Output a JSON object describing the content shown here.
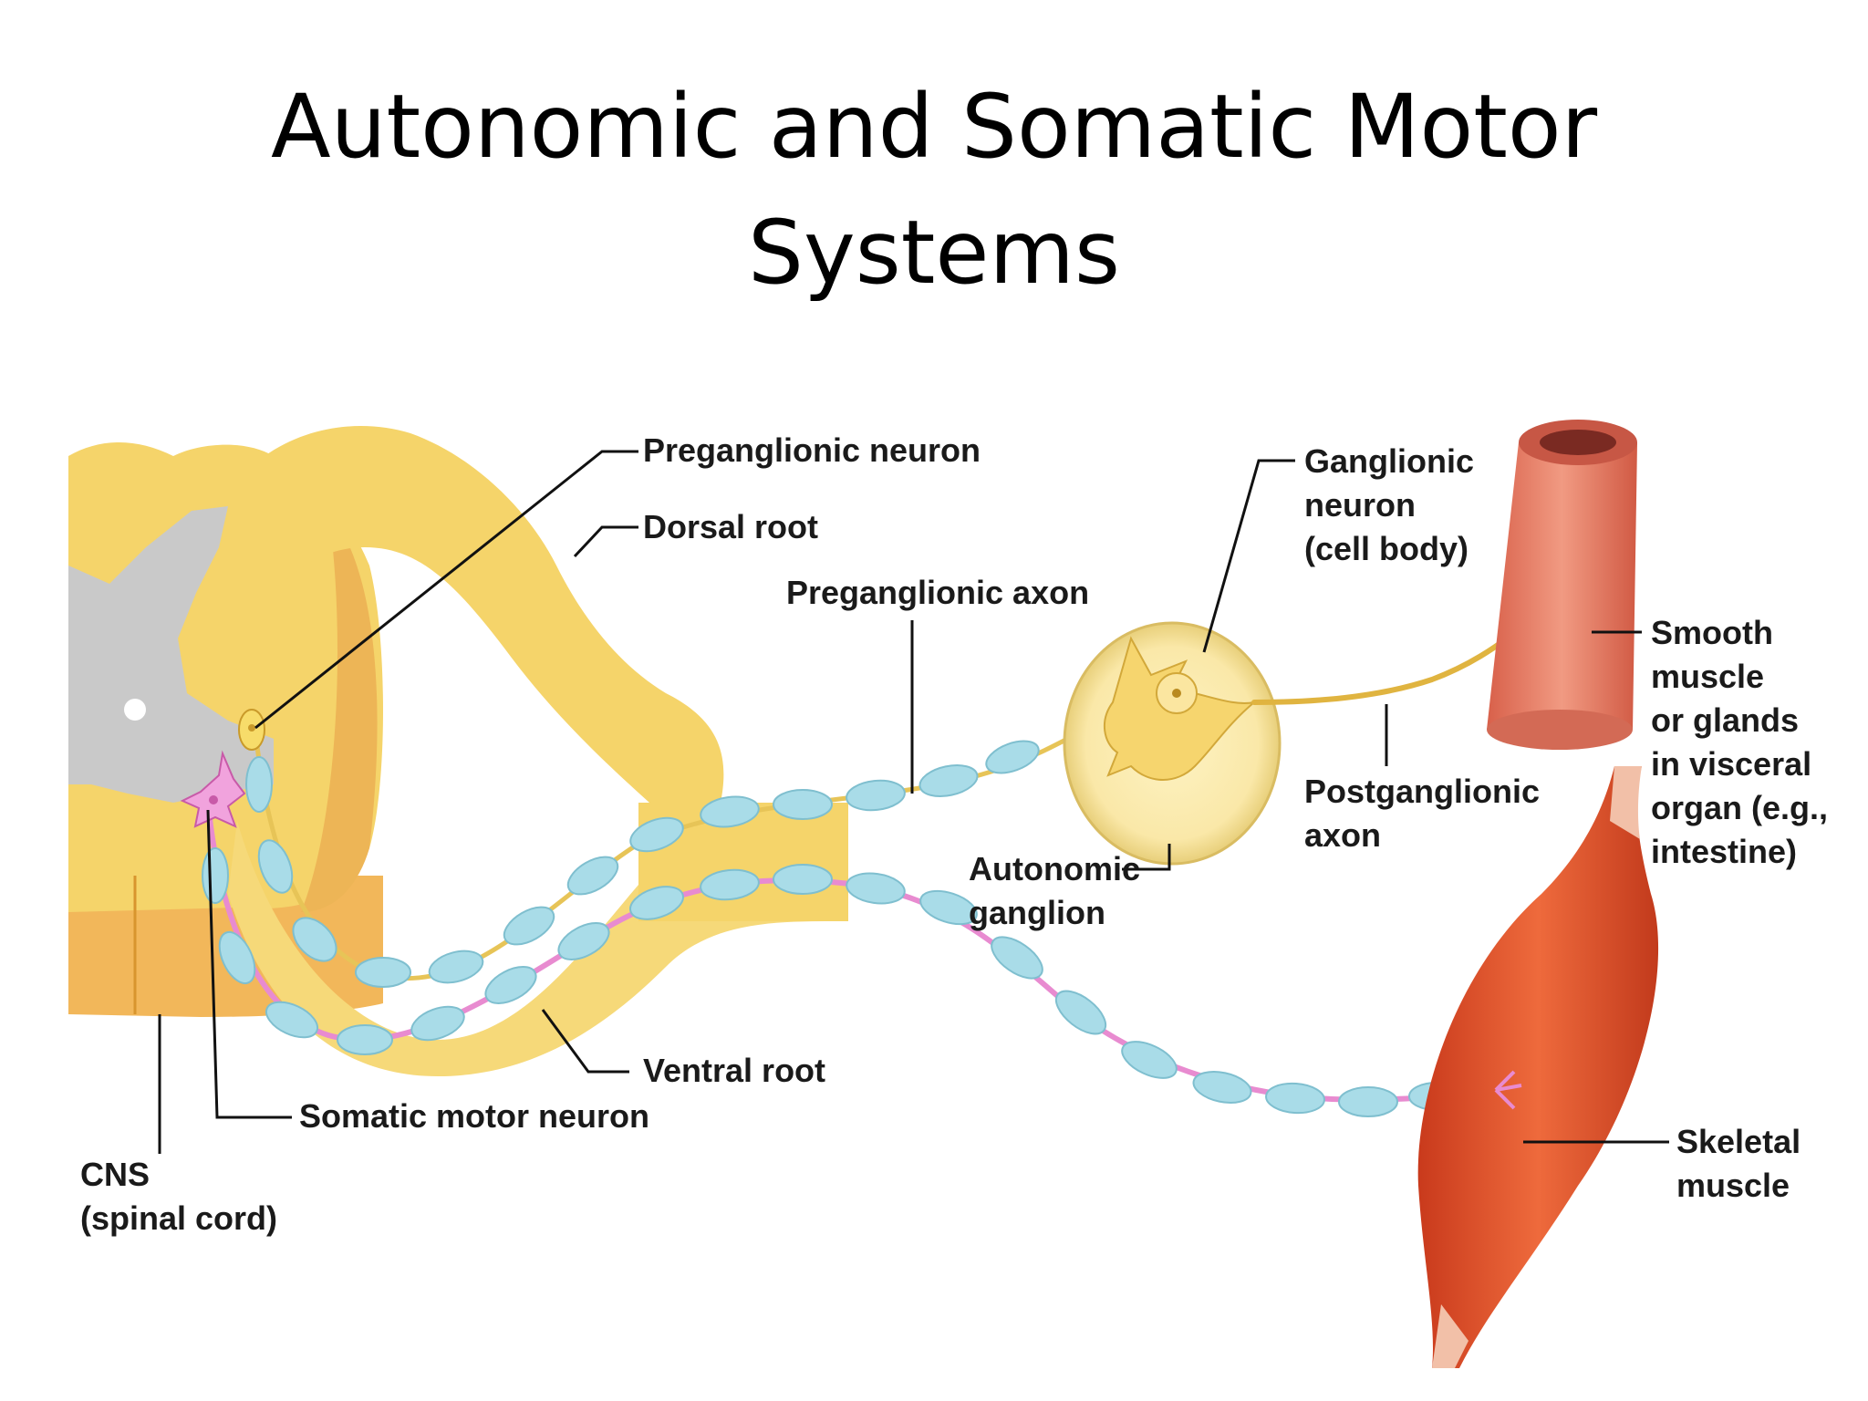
{
  "title": {
    "line1": "Autonomic and Somatic Motor",
    "line2": "Systems"
  },
  "labels": {
    "preganglionic_neuron": "Preganglionic neuron",
    "dorsal_root": "Dorsal root",
    "preganglionic_axon": "Preganglionic axon",
    "ganglionic_neuron": [
      "Ganglionic",
      "neuron",
      "(cell body)"
    ],
    "smooth_muscle": [
      "Smooth",
      "muscle",
      "or glands",
      "in visceral",
      "organ (e.g.,",
      "intestine)"
    ],
    "postganglionic_axon": [
      "Postganglionic",
      "axon"
    ],
    "autonomic_ganglion": [
      "Autonomic",
      "ganglion"
    ],
    "ventral_root": "Ventral root",
    "somatic_motor_neuron": "Somatic motor neuron",
    "cns": [
      "CNS",
      "(spinal cord)"
    ],
    "skeletal_muscle": [
      "Skeletal",
      "muscle"
    ]
  },
  "colors": {
    "nerve_yellow": "#f5d46a",
    "nerve_light": "#fbe9a0",
    "cord_orange": "#f2b75a",
    "gray_matter": "#c9c9c9",
    "myelin_blue": "#a9dce8",
    "somatic_pink": "#e88bd0",
    "muscle_red": "#e0522e",
    "smooth_muscle": "#e47a63"
  }
}
